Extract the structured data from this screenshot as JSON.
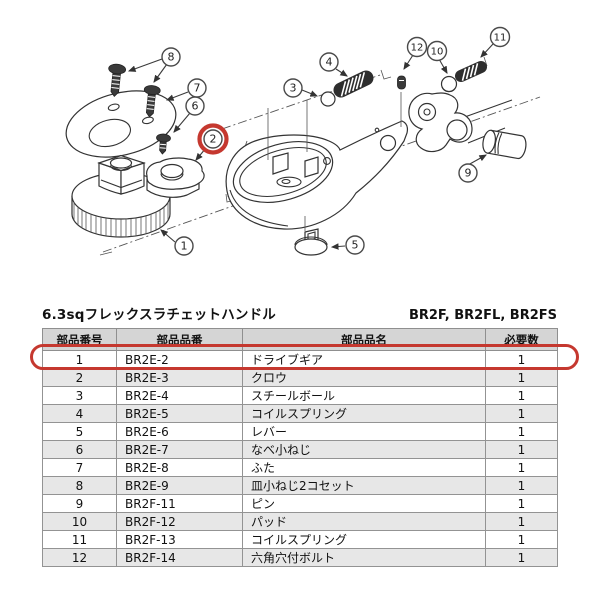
{
  "title": "6.3sqフレックスラチェットハンドル",
  "models": "BR2F, BR2FL, BR2FS",
  "diagram": {
    "callouts": [
      "1",
      "2",
      "3",
      "4",
      "5",
      "6",
      "7",
      "8",
      "9",
      "10",
      "11",
      "12"
    ],
    "highlighted_callout": "2",
    "highlight_color": "#c5382f"
  },
  "table": {
    "headers": [
      "部品番号",
      "部品品番",
      "部品品名",
      "必要数"
    ],
    "rows": [
      {
        "no": "1",
        "code": "BR2E-2",
        "name": "ドライブギア",
        "qty": "1",
        "highlighted": true
      },
      {
        "no": "2",
        "code": "BR2E-3",
        "name": "クロウ",
        "qty": "1",
        "highlighted": false
      },
      {
        "no": "3",
        "code": "BR2E-4",
        "name": "スチールボール",
        "qty": "1",
        "highlighted": false
      },
      {
        "no": "4",
        "code": "BR2E-5",
        "name": "コイルスプリング",
        "qty": "1",
        "highlighted": false
      },
      {
        "no": "5",
        "code": "BR2E-6",
        "name": "レバー",
        "qty": "1",
        "highlighted": false
      },
      {
        "no": "6",
        "code": "BR2E-7",
        "name": "なべ小ねじ",
        "qty": "1",
        "highlighted": false
      },
      {
        "no": "7",
        "code": "BR2E-8",
        "name": "ふた",
        "qty": "1",
        "highlighted": false
      },
      {
        "no": "8",
        "code": "BR2E-9",
        "name": "皿小ねじ2コセット",
        "qty": "1",
        "highlighted": false
      },
      {
        "no": "9",
        "code": "BR2F-11",
        "name": "ピン",
        "qty": "1",
        "highlighted": false
      },
      {
        "no": "10",
        "code": "BR2F-12",
        "name": "パッド",
        "qty": "1",
        "highlighted": false
      },
      {
        "no": "11",
        "code": "BR2F-13",
        "name": "コイルスプリング",
        "qty": "1",
        "highlighted": false
      },
      {
        "no": "12",
        "code": "BR2F-14",
        "name": "六角穴付ボルト",
        "qty": "1",
        "highlighted": false
      }
    ]
  }
}
